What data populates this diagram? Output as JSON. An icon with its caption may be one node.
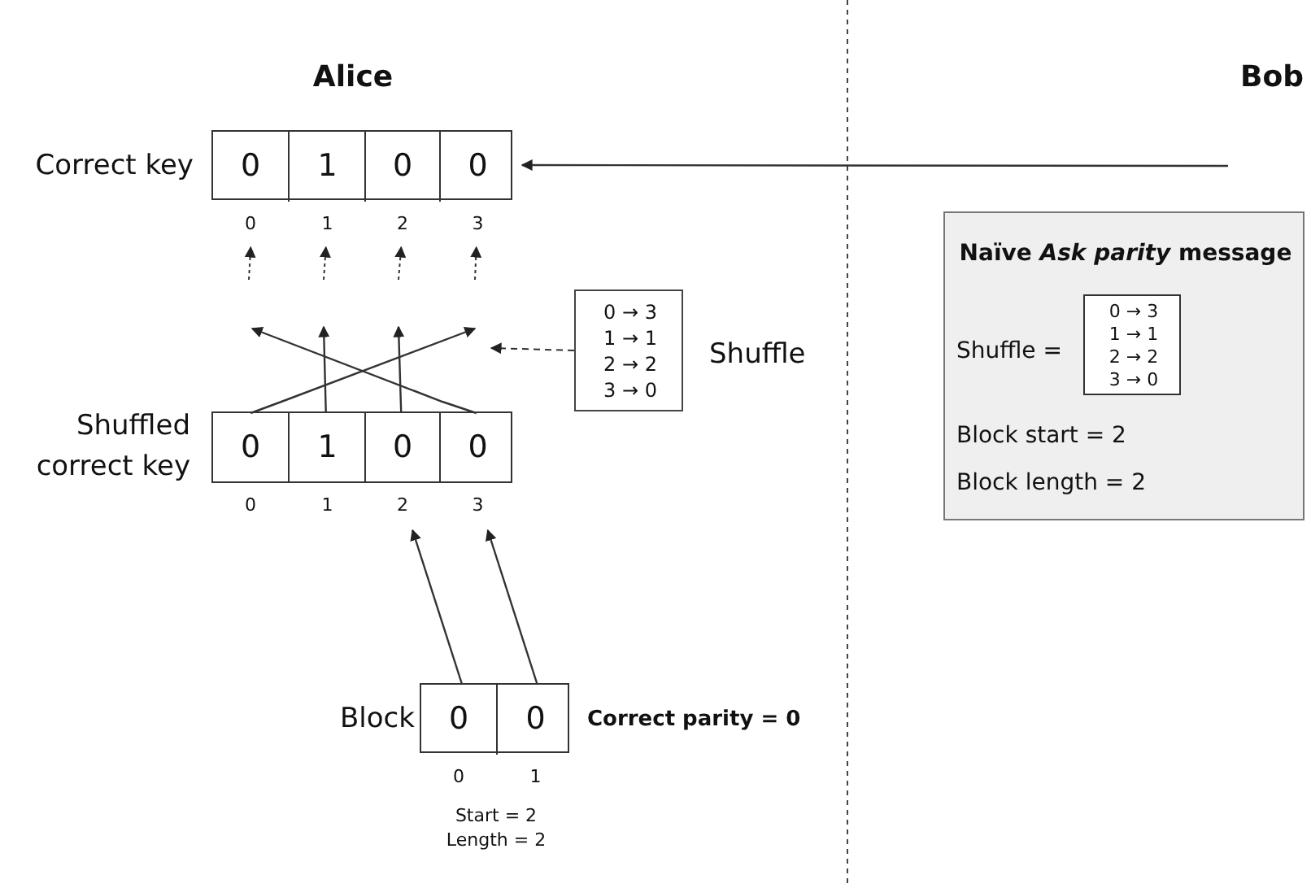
{
  "diagram": {
    "nodes": [
      {
        "text": [
          "Correct key"
        ]
      },
      {
        "text": [
          "0"
        ],
        "in": 0,
        "beside": [
          "0"
        ]
      },
      {
        "text": [
          "1"
        ],
        "in": 0,
        "beside": [
          "1"
        ]
      },
      {
        "text": [
          "0"
        ],
        "in": 0,
        "beside": [
          "2"
        ]
      },
      {
        "text": [
          "0"
        ],
        "in": 0,
        "beside": [
          "3"
        ]
      },
      {
        "text": [
          "0 → 3",
          "1 → 1",
          "2 → 2",
          "3 → 0"
        ],
        "beside": [
          "Shuffle"
        ]
      },
      {
        "text": [
          "Shuffled correct key"
        ]
      },
      {
        "text": [
          "0"
        ],
        "in": 6,
        "beside": [
          "0"
        ]
      },
      {
        "text": [
          "1"
        ],
        "in": 6,
        "beside": [
          "1"
        ]
      },
      {
        "text": [
          "0"
        ],
        "in": 6,
        "beside": [
          "2"
        ]
      },
      {
        "text": [
          "0"
        ],
        "in": 6,
        "beside": [
          "3"
        ]
      },
      {
        "text": [
          "Block"
        ],
        "beside": [
          "Correct parity = 0",
          "Start = 2",
          "Length = 2"
        ]
      },
      {
        "text": [
          "0"
        ],
        "in": 11,
        "beside": [
          "0"
        ]
      },
      {
        "text": [
          "0"
        ],
        "in": 11,
        "beside": [
          "1"
        ]
      },
      {
        "text": [
          "Naïve *Ask parity* message",
          "Shuffle =",
          "Block start = 2",
          "Block length = 2"
        ]
      },
      {
        "text": [
          "0 → 3",
          "1 → 1",
          "2 → 2",
          "3 → 0"
        ],
        "in": 14
      }
    ],
    "edges": [
      {
        "from": null,
        "to": 0,
        "arrow": "to"
      },
      {
        "from": null,
        "to": 1,
        "arrow": "to",
        "style": "dashed"
      },
      {
        "from": null,
        "to": 2,
        "arrow": "to",
        "style": "dashed"
      },
      {
        "from": null,
        "to": 3,
        "arrow": "to",
        "style": "dashed"
      },
      {
        "from": null,
        "to": 4,
        "arrow": "to",
        "style": "dashed"
      },
      {
        "from": 7,
        "to": null,
        "arrow": "to"
      },
      {
        "from": 8,
        "to": null,
        "arrow": "to"
      },
      {
        "from": 9,
        "to": null,
        "arrow": "to"
      },
      {
        "from": 10,
        "to": null,
        "arrow": "to"
      },
      {
        "from": 5,
        "to": null,
        "arrow": "to",
        "style": "dashed"
      },
      {
        "from": 12,
        "to": 9,
        "arrow": "to"
      },
      {
        "from": 13,
        "to": 10,
        "arrow": "to"
      }
    ],
    "labels": [
      "Alice",
      "Bob"
    ]
  }
}
